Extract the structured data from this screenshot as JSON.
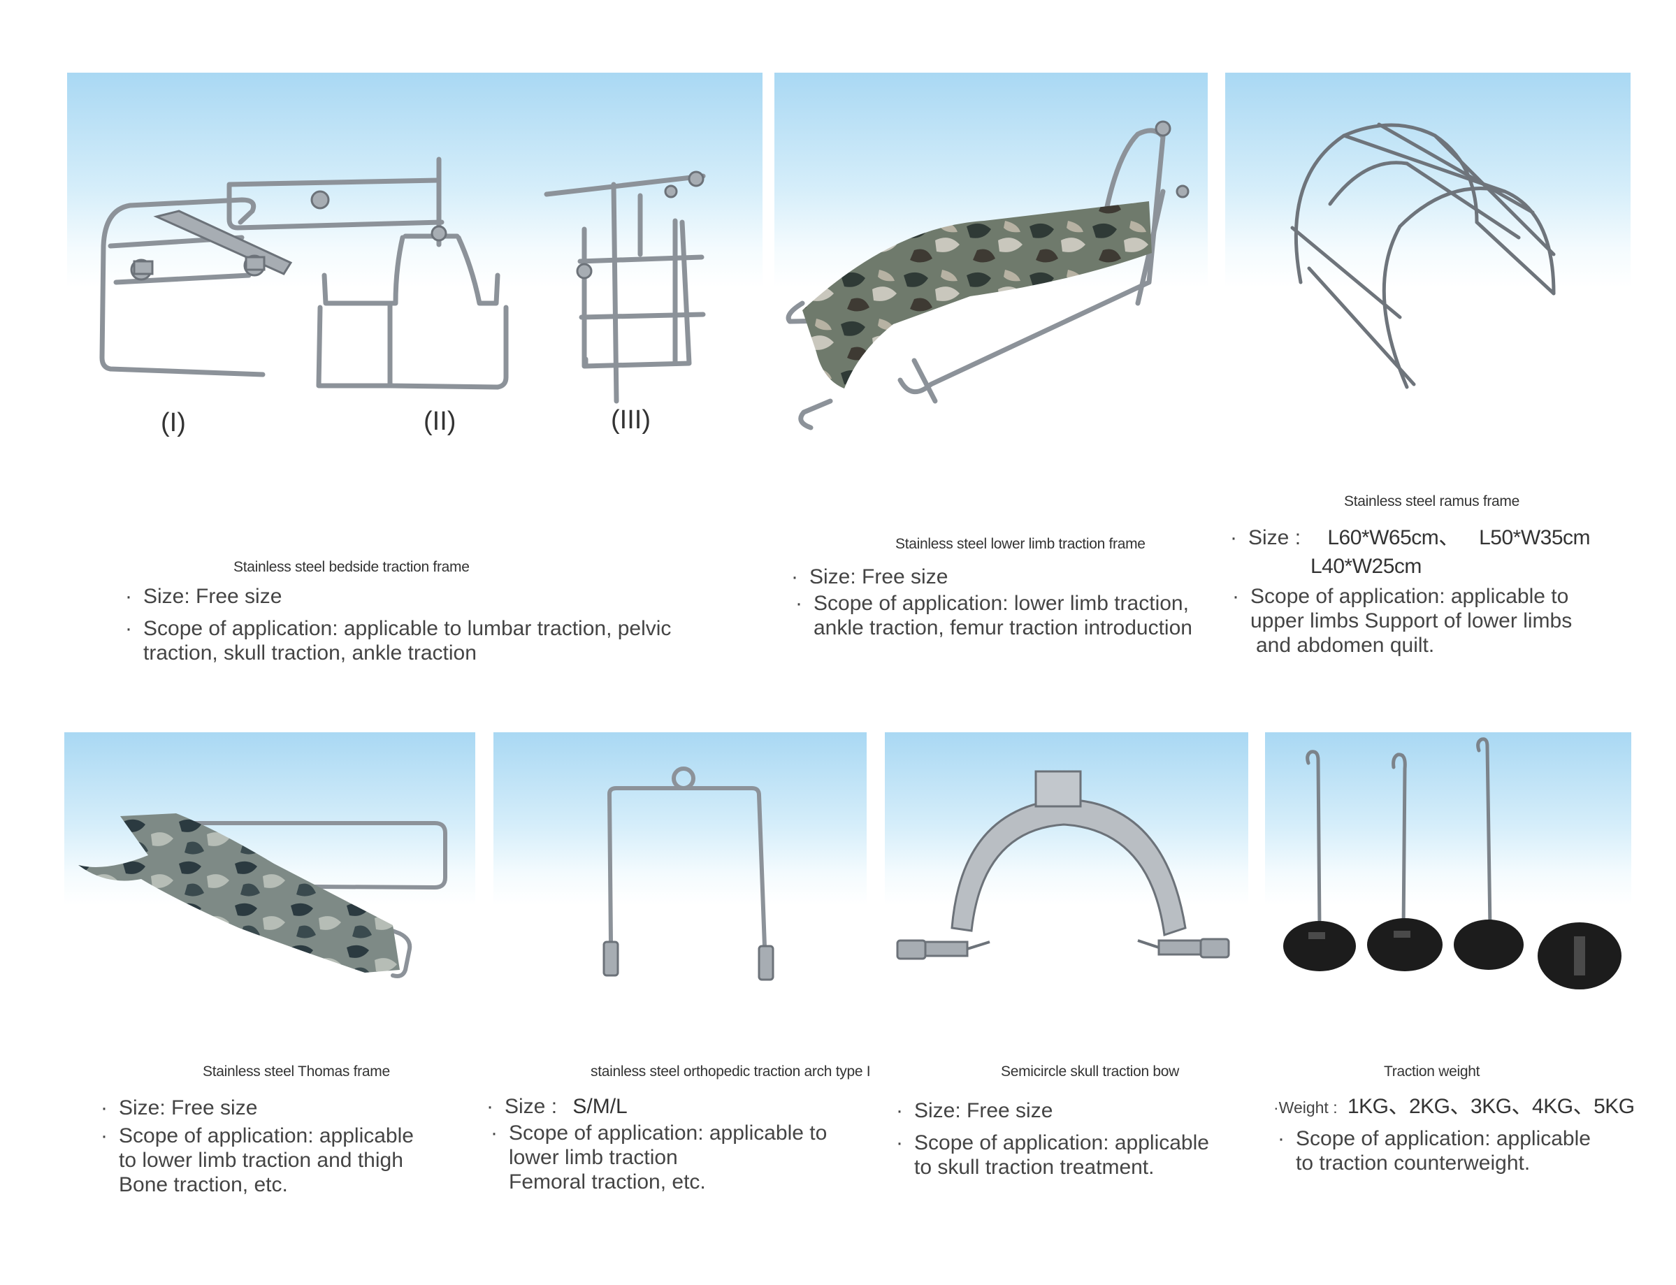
{
  "products": [
    {
      "title": "Stainless steel bedside traction frame",
      "variants": [
        "(I)",
        "(II)",
        "(III)"
      ],
      "size": "Size: Free size",
      "scope": [
        "Scope of application: applicable to lumbar traction, pelvic",
        "traction, skull traction, ankle traction"
      ]
    },
    {
      "title": "Stainless steel lower limb traction frame",
      "size": "Size: Free size",
      "scope": [
        "Scope of application: lower limb traction,",
        "ankle traction, femur traction introduction"
      ]
    },
    {
      "title": "Stainless steel ramus frame",
      "size_label": "Size :",
      "size_values": [
        "L60*W65cm、",
        "L50*W35cm",
        "L40*W25cm"
      ],
      "scope": [
        "Scope of application: applicable to",
        "upper limbs Support of lower limbs",
        "and abdomen quilt."
      ]
    },
    {
      "title": "Stainless steel Thomas frame",
      "size": "Size: Free size",
      "scope": [
        "Scope of application: applicable",
        "to lower limb traction and thigh",
        "Bone traction, etc."
      ]
    },
    {
      "title": "stainless steel orthopedic traction arch type I",
      "size_label": "Size :",
      "size_value": "S/M/L",
      "scope": [
        "Scope of application: applicable to",
        "lower limb traction",
        "Femoral traction, etc."
      ]
    },
    {
      "title": "Semicircle skull traction bow",
      "size": "Size: Free size",
      "scope": [
        "Scope of application: applicable",
        "to skull traction treatment."
      ]
    },
    {
      "title": "Traction weight",
      "weight_label": "·Weight :",
      "weight_value": "1KG、2KG、3KG、4KG、5KG",
      "scope": [
        "Scope of application: applicable",
        "to traction counterweight."
      ]
    }
  ],
  "bullet_char": "·",
  "colors": {
    "panel_top": "#a9d8f3",
    "steel": "#8c9299",
    "camo_dark": "#2f3a36",
    "camo_mid": "#6f7a6c",
    "camo_light": "#c9c7bd",
    "rubber": "#1c1c1c"
  }
}
